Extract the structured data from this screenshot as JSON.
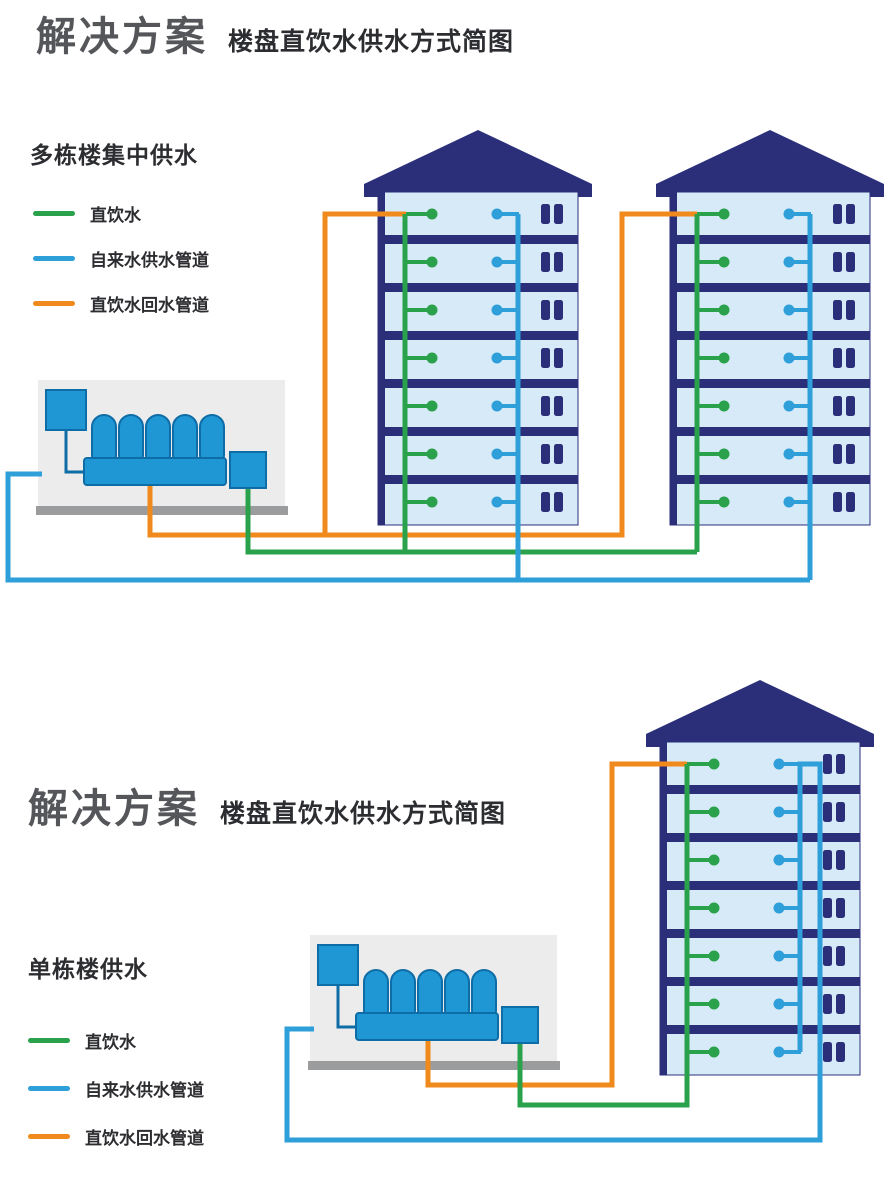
{
  "header": {
    "title": "解决方案",
    "subtitle": "楼盘直饮水供水方式简图"
  },
  "sections": {
    "multi": {
      "heading": "多栋楼集中供水"
    },
    "single": {
      "heading": "单栋楼供水",
      "title": "解决方案",
      "subtitle": "楼盘直饮水供水方式简图"
    }
  },
  "legend": {
    "drinking_water": "直饮水",
    "tap_water": "自来水供水管道",
    "return_water": "直饮水回水管道"
  },
  "colors": {
    "drinking_green": "#2aa14b",
    "pipe_blue": "#2e9fd9",
    "return_orange": "#f18a1d",
    "navy": "#2b2f7a",
    "building_fill": "#d6eaf8",
    "equip_blue": "#1f97d4",
    "equip_dark": "#0e6ca6",
    "panel_gray": "#ececec",
    "ground_gray": "#9a9c9e",
    "title_gray": "#55565a",
    "text_dark": "#2c2d30"
  }
}
